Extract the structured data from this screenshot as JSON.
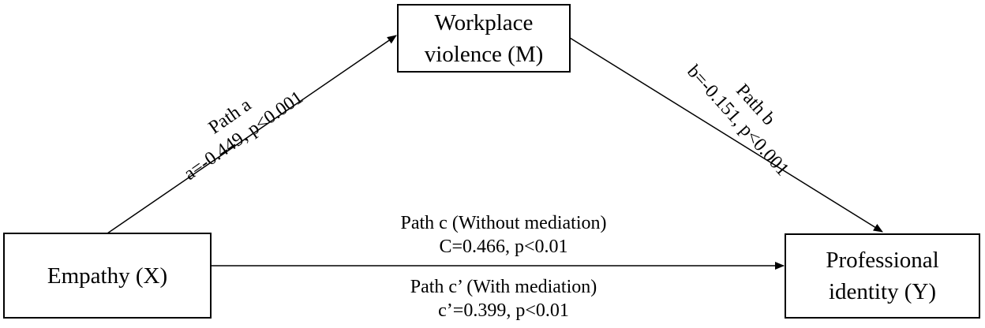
{
  "nodes": {
    "mediator": {
      "line1": "Workplace",
      "line2": "violence  (M)"
    },
    "independent": {
      "text": "Empathy (X)"
    },
    "dependent": {
      "line1": "Professional",
      "line2": "identity  (Y)"
    }
  },
  "paths": {
    "a": {
      "name": "Path a",
      "stat": "a=-0.449,  p<0.001"
    },
    "b": {
      "name": "Path b",
      "stat": "b=-0.151,  p<0.001"
    },
    "c": {
      "name": "Path c (Without mediation)",
      "stat": "C=0.466,  p<0.01"
    },
    "c_prime": {
      "name": "Path c’ (With mediation)",
      "stat": "c’=0.399,  p<0.01"
    }
  },
  "colors": {
    "line": "#000000",
    "text": "#000000",
    "background": "#ffffff"
  }
}
